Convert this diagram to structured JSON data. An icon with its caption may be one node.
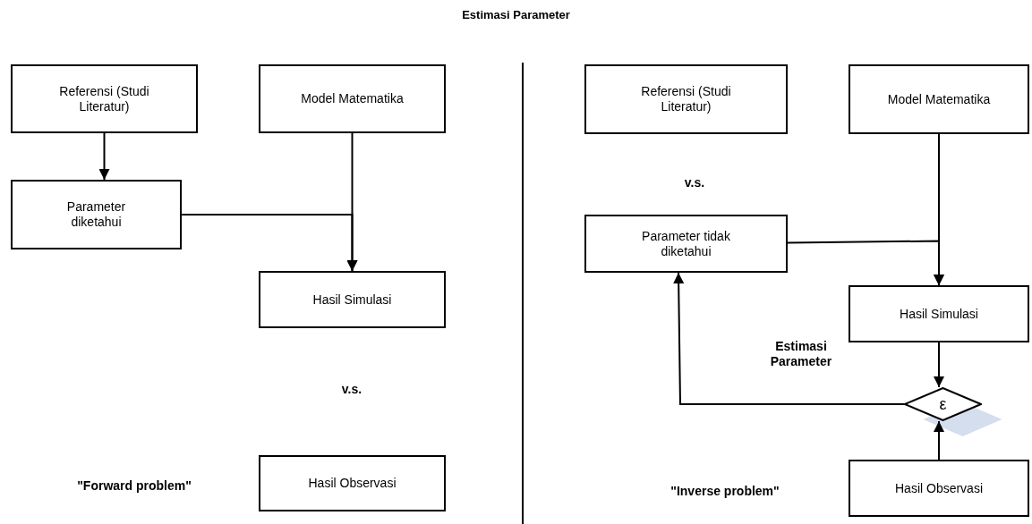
{
  "diagram": {
    "title": "Estimasi Parameter",
    "nodes": [
      {
        "text": [
          "Referensi (Studi Literatur)"
        ]
      },
      {
        "text": [
          "Model Matematika"
        ]
      },
      {
        "text": [
          "Parameter diketahui"
        ]
      },
      {
        "text": [
          "Hasil Simulasi"
        ]
      },
      {
        "text": [
          "Hasil Observasi"
        ]
      },
      {
        "text": [
          "Referensi (Studi Literatur)"
        ]
      },
      {
        "text": [
          "Model Matematika"
        ]
      },
      {
        "text": [
          "Parameter tidak diketahui"
        ]
      },
      {
        "text": [
          "Hasil Simulasi"
        ]
      },
      {
        "text": [
          "ε"
        ]
      },
      {
        "text": [
          "Hasil Observasi"
        ]
      }
    ],
    "edges": [
      {
        "from": 0,
        "to": 2,
        "arrow": "to"
      },
      {
        "from": 1,
        "to": 3,
        "arrow": "to"
      },
      {
        "from": 2,
        "to": 3,
        "arrow": "to"
      },
      {
        "from": 6,
        "to": 8,
        "arrow": "to"
      },
      {
        "from": 7,
        "to": 8,
        "arrow": "to"
      },
      {
        "from": 8,
        "to": 9,
        "arrow": "to"
      },
      {
        "from": 10,
        "to": 9,
        "arrow": "to"
      },
      {
        "from": 9,
        "to": 7,
        "arrow": "to",
        "label": "Estimasi Parameter"
      }
    ],
    "labels": [
      "v.s.",
      "\"Forward problem\"",
      "v.s.",
      "\"Inverse problem\""
    ]
  }
}
